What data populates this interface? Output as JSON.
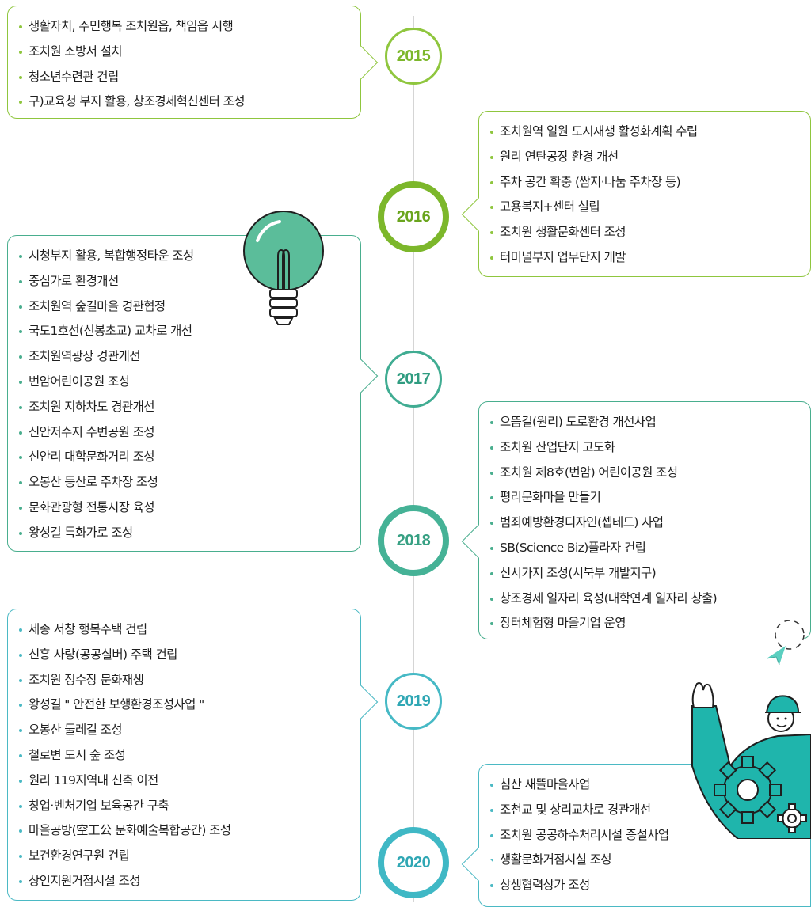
{
  "colors": {
    "y2015": "#8fc63e",
    "y2016": "#7cb72b",
    "y2017": "#40ac92",
    "y2018": "#45b296",
    "y2019": "#46b9c5",
    "y2020": "#3fb8c5",
    "box2015": "#8fc63e",
    "box2016": "#8fc63e",
    "box2017": "#49ae8e",
    "box2018": "#49ae8e",
    "box2019": "#4bb9c4",
    "box2020": "#4bb9c4"
  },
  "timeline": [
    {
      "year": "2015",
      "items": [
        "생활자치, 주민행복 조치원읍, 책임읍 시행",
        "조치원 소방서 설치",
        "청소년수련관 건립",
        "구)교육청 부지 활용, 창조경제혁신센터 조성"
      ]
    },
    {
      "year": "2016",
      "items": [
        "조치원역 일원 도시재생  활성화계획 수립",
        "원리 연탄공장 환경 개선",
        "주차 공간 확충 (쌈지·나눔 주차장 등)",
        "고용복지+센터 설립",
        "조치원 생활문화센터 조성",
        "터미널부지 업무단지 개발"
      ]
    },
    {
      "year": "2017",
      "items": [
        "시청부지 활용, 복합행정타운 조성",
        "중심가로 환경개선",
        "조치원역 숲길마을 경관협정",
        "국도1호선(신봉초교) 교차로 개선",
        "조치원역광장 경관개선",
        "번암어린이공원 조성",
        "조치원 지하차도 경관개선",
        "신안저수지 수변공원 조성",
        "신안리 대학문화거리 조성",
        "오봉산 등산로 주차장 조성",
        "문화관광형 전통시장 육성",
        "왕성길 특화가로 조성"
      ]
    },
    {
      "year": "2018",
      "items": [
        "으뜸길(원리) 도로환경 개선사업",
        "조치원 산업단지 고도화",
        "조치원 제8호(번암) 어린이공원 조성",
        "평리문화마을 만들기",
        "범죄예방환경디자인(셉테드)  사업",
        "SB(Science Biz)플라자 건립",
        "신시가지 조성(서북부 개발지구)",
        "창조경제 일자리 육성(대학연계 일자리 창출)",
        "장터체험형 마을기업 운영"
      ]
    },
    {
      "year": "2019",
      "items": [
        "세종 서창 행복주택 건립",
        "신흥 사랑(공공실버) 주택 건립",
        "조치원 정수장 문화재생",
        "왕성길 \" 안전한 보행환경조성사업 \"",
        "오봉산 둘레길 조성",
        "철로변 도시 숲 조성",
        "원리 119지역대 신축 이전",
        "창업·벤처기업 보육공간 구축",
        "마을공방(空工公 문화예술복합공간) 조성",
        "보건환경연구원 건립",
        "상인지원거점시설 조성"
      ]
    },
    {
      "year": "2020",
      "items": [
        "침산 새뜰마을사업",
        "조천교 및 상리교차로 경관개선",
        "조치원 공공하수처리시설 증설사업",
        "생활문화거점시설 조성",
        "상생협력상가 조성"
      ]
    }
  ],
  "decorations": {
    "bulb": "lightbulb-illustration",
    "plane": "paper-plane-illustration",
    "worker": "worker-with-gears-illustration"
  }
}
